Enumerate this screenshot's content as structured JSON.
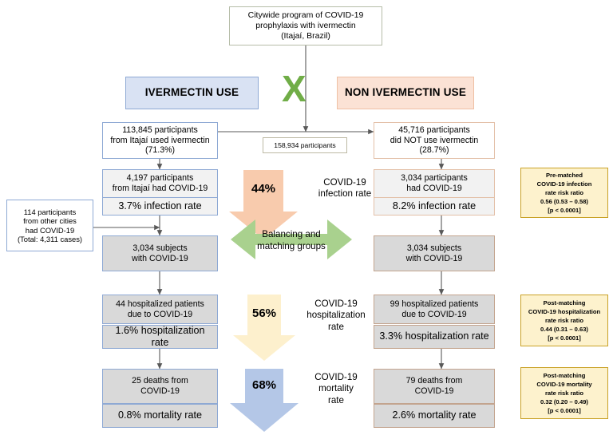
{
  "figure": {
    "title_box": {
      "lines": [
        "Citywide program of COVID-19",
        "prophylaxis with ivermectin",
        "(Itajaí, Brazil)"
      ]
    },
    "split_marker": "X",
    "total_participants_label": "158,934 participants",
    "arms": {
      "left": {
        "banner": "IVERMECTIN USE",
        "enrolled": {
          "lines": [
            "113,845 participants",
            "from Itajaí used ivermectin",
            "(71.3%)"
          ]
        },
        "infected": {
          "lines": [
            "4,197 participants",
            "from Itajaí had COVID-19"
          ],
          "rate": "3.7% infection rate"
        },
        "matched": {
          "lines": [
            "3,034 subjects",
            "with COVID-19"
          ]
        },
        "hospitalized": {
          "lines": [
            "44 hospitalized patients",
            "due to COVID-19"
          ],
          "rate": "1.6% hospitalization rate"
        },
        "deaths": {
          "lines": [
            "25 deaths from",
            "COVID-19"
          ],
          "rate": "0.8% mortality rate"
        }
      },
      "right": {
        "banner": "NON IVERMECTIN USE",
        "enrolled": {
          "lines": [
            "45,716 participants",
            "did NOT use ivermectin",
            "(28.7%)"
          ]
        },
        "infected": {
          "lines": [
            "3,034 participants",
            "had COVID-19"
          ],
          "rate": "8.2% infection rate"
        },
        "matched": {
          "lines": [
            "3,034 subjects",
            "with COVID-19"
          ]
        },
        "hospitalized": {
          "lines": [
            "99 hospitalized patients",
            "due to COVID-19"
          ],
          "rate": "3.3% hospitalization rate"
        },
        "deaths": {
          "lines": [
            "79 deaths from",
            "COVID-19"
          ],
          "rate": "2.6% mortality rate"
        }
      }
    },
    "side_note": {
      "lines": [
        "114 participants",
        "from other cities",
        "had COVID-19",
        "(Total: 4,311 cases)"
      ]
    },
    "reductions": [
      {
        "percent": "44%",
        "label_lines": [
          "COVID-19",
          "infection rate"
        ],
        "color": "#f8cbad"
      },
      {
        "percent": "56%",
        "label_lines": [
          "COVID-19",
          "hospitalization",
          "rate"
        ],
        "color": "#fdf0cd"
      },
      {
        "percent": "68%",
        "label_lines": [
          "COVID-19",
          "mortality",
          "rate"
        ],
        "color": "#b4c7e7"
      }
    ],
    "balancing": {
      "lines": [
        "Balancing and",
        "matching groups"
      ],
      "color": "#a9d18e"
    },
    "stats": [
      {
        "lines": [
          "Pre-matched",
          "COVID-19 infection",
          "rate risk ratio",
          "0.56 (0.53 –  0.58)",
          "[p < 0.0001]"
        ]
      },
      {
        "lines": [
          "Post-matching",
          "COVID-19 hospitalization",
          "rate risk ratio",
          "0.44 (0.31 – 0.63)",
          "[p < 0.0001]"
        ]
      },
      {
        "lines": [
          "Post-matching",
          "COVID-19 mortality",
          "rate risk ratio",
          "0.32 (0.20 – 0.49)",
          "[p < 0.0001]"
        ]
      }
    ],
    "colors": {
      "blue_border": "#8ea9d4",
      "peach_border": "#e3c0a8",
      "gray_fill": "#d9d9d9",
      "green": "#70ad47",
      "yellow_stat": "#fdf2cd"
    }
  }
}
